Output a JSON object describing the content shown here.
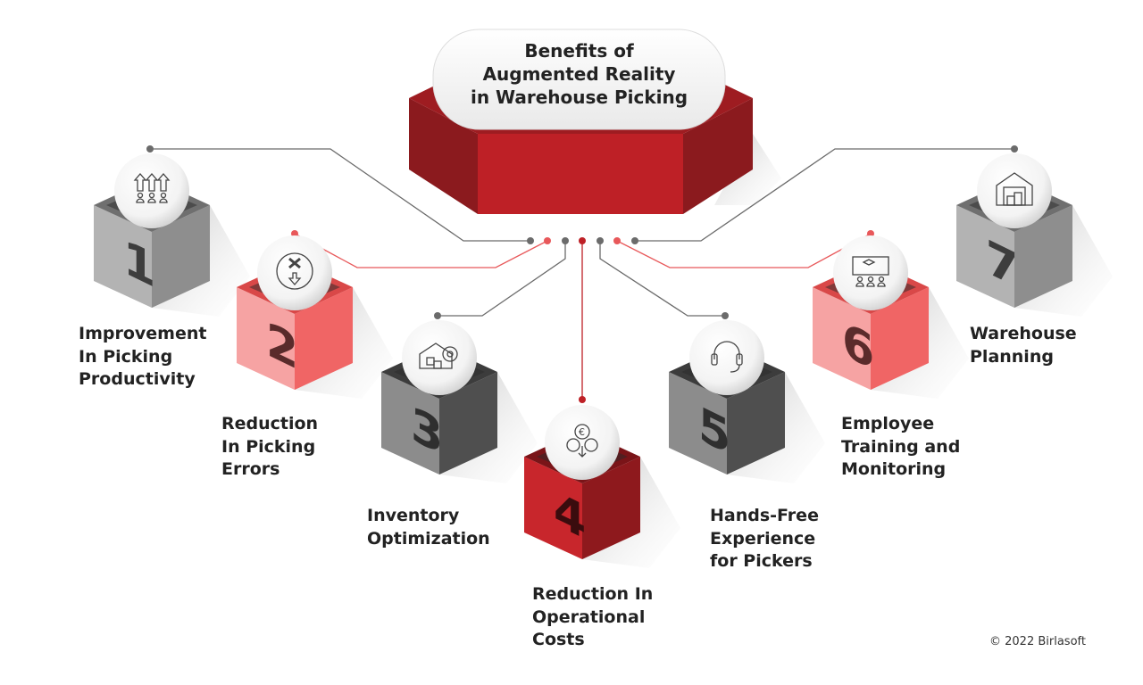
{
  "title": {
    "lines": [
      "Benefits of",
      "Augmented Reality",
      "in Warehouse Picking"
    ]
  },
  "benefits": [
    {
      "number": "1",
      "icon": "productivity-arrows-people-icon",
      "lines": [
        "Improvement",
        "In Picking",
        "Productivity"
      ],
      "theme": "gray"
    },
    {
      "number": "2",
      "icon": "error-cross-down-arrow-icon",
      "lines": [
        "Reduction",
        "In Picking",
        "Errors"
      ],
      "theme": "pink"
    },
    {
      "number": "3",
      "icon": "warehouse-gear-pin-icon",
      "lines": [
        "Inventory",
        "Optimization"
      ],
      "theme": "dark"
    },
    {
      "number": "4",
      "icon": "euro-gears-cost-icon",
      "lines": [
        "Reduction In",
        "Operational",
        "Costs"
      ],
      "theme": "red"
    },
    {
      "number": "5",
      "icon": "headset-icon",
      "lines": [
        "Hands-Free",
        "Experience",
        "for Pickers"
      ],
      "theme": "dark"
    },
    {
      "number": "6",
      "icon": "training-presentation-icon",
      "lines": [
        "Employee",
        "Training and",
        "Monitoring"
      ],
      "theme": "pink"
    },
    {
      "number": "7",
      "icon": "warehouse-building-icon",
      "lines": [
        "Warehouse",
        "Planning"
      ],
      "theme": "gray"
    }
  ],
  "colors": {
    "red": "#be2026",
    "dark_red": "#8b1a1e",
    "pink": "#f06565",
    "line_gray": "#6b6b6b",
    "line_red": "#e8585a"
  },
  "footer": {
    "copyright": "© 2022 Birlasoft"
  }
}
